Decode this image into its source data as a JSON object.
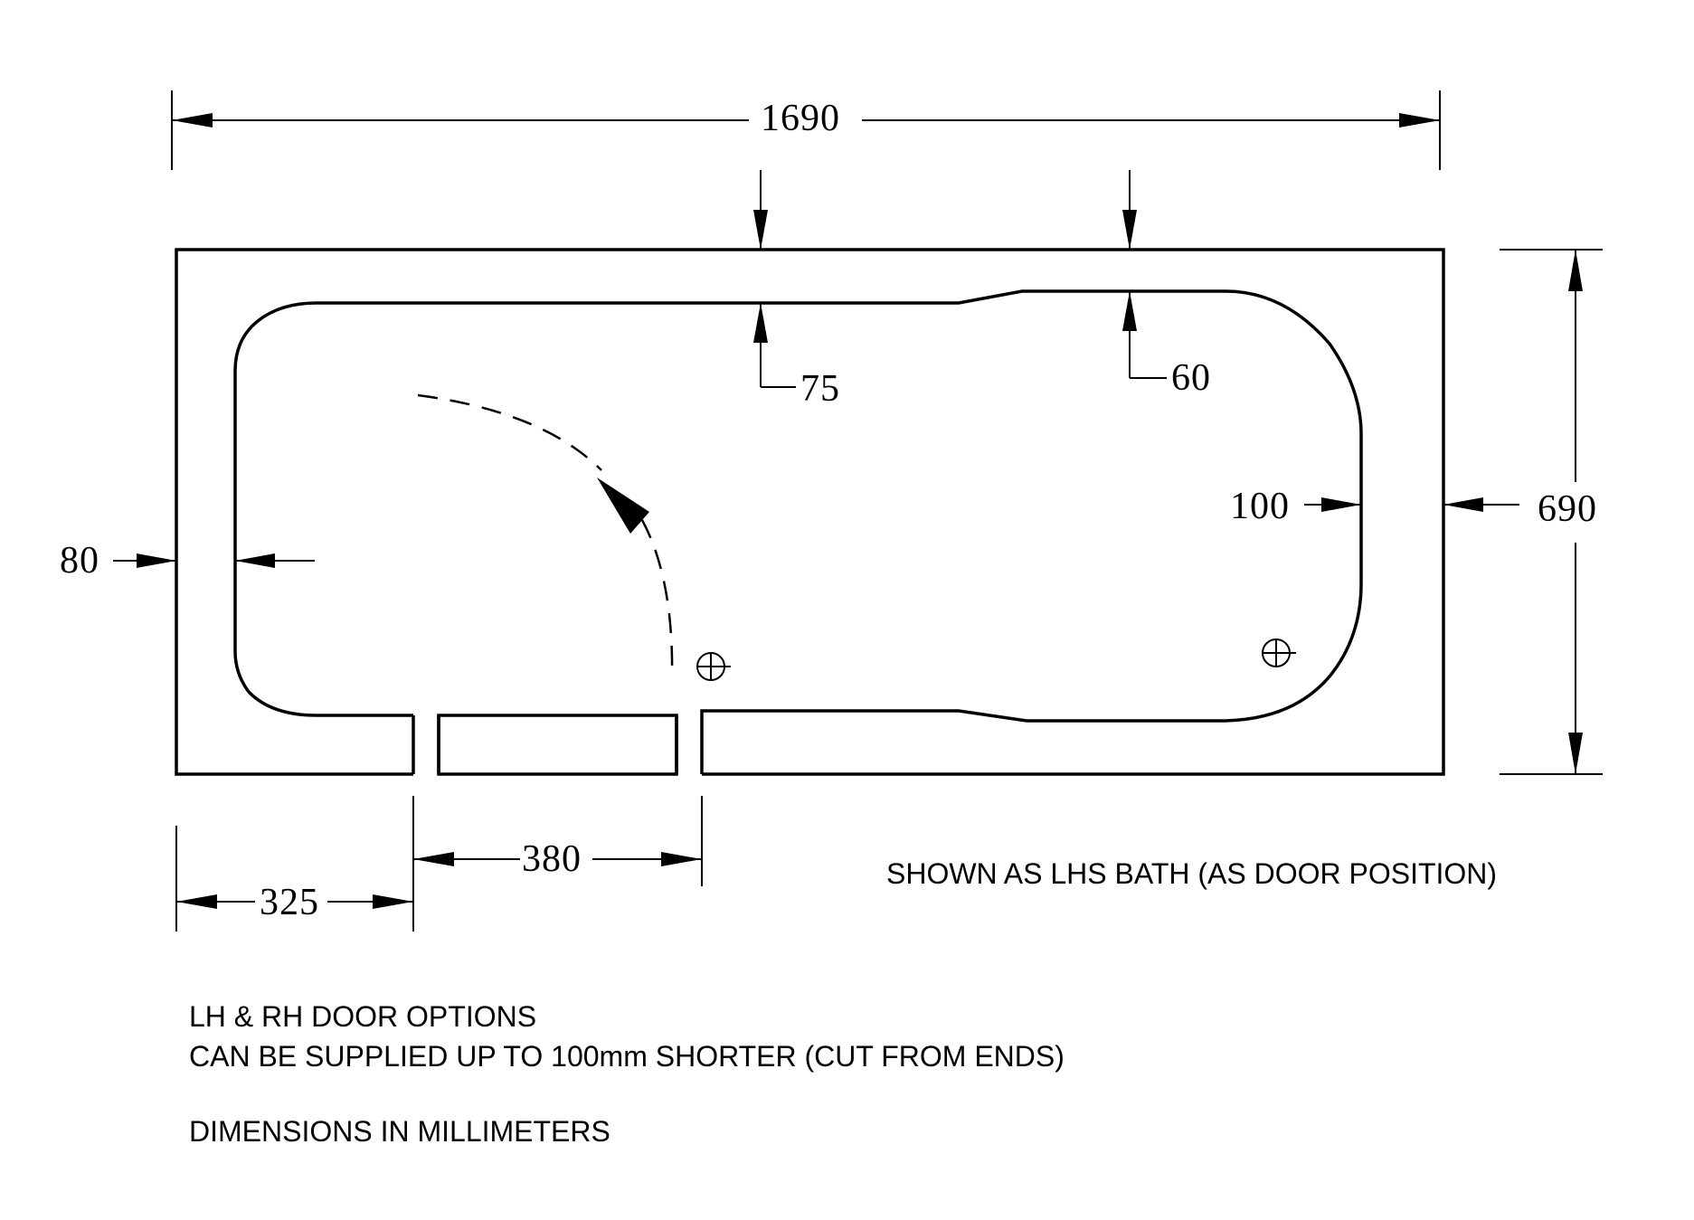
{
  "dimensions": {
    "overall_length": "1690",
    "overall_width": "690",
    "rim_top_left": "75",
    "rim_top_right": "60",
    "rim_right": "100",
    "rim_left": "80",
    "door_offset": "325",
    "door_width": "380"
  },
  "notes": {
    "shown_as": "SHOWN AS LHS BATH (AS DOOR POSITION)",
    "door_options": "LH & RH DOOR OPTIONS",
    "shorter": "CAN BE SUPPLIED UP TO 100mm SHORTER (CUT  FROM ENDS)",
    "units": "DIMENSIONS IN MILLIMETERS"
  }
}
